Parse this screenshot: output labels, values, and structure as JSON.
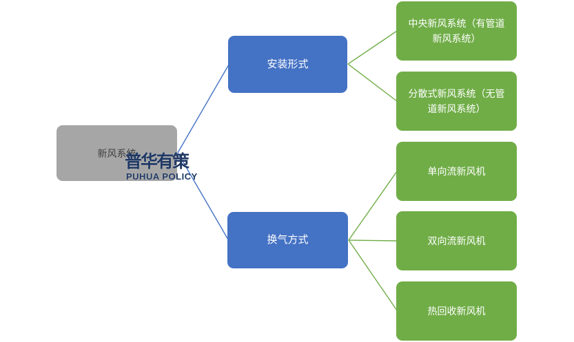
{
  "colors": {
    "root_fill": "#A6A6A6",
    "root_text": "#3F3F3F",
    "branch_fill": "#4472C4",
    "leaf_fill": "#70AD47",
    "connector_blue": "#4472C4",
    "connector_green": "#70AD47",
    "watermark_color": "#1F3864",
    "background": "#FFFFFF"
  },
  "watermark": {
    "cn": "普华有策",
    "en": "PUHUA POLICY"
  },
  "diagram": {
    "root": {
      "label": "新风系统"
    },
    "branches": [
      {
        "label": "安装形式",
        "children": [
          {
            "label": "中央新风系统（有管道新风系统）"
          },
          {
            "label": "分散式新风系统（无管道新风系统）"
          }
        ]
      },
      {
        "label": "换气方式",
        "children": [
          {
            "label": "单向流新风机"
          },
          {
            "label": "双向流新风机"
          },
          {
            "label": "热回收新风机"
          }
        ]
      }
    ]
  }
}
